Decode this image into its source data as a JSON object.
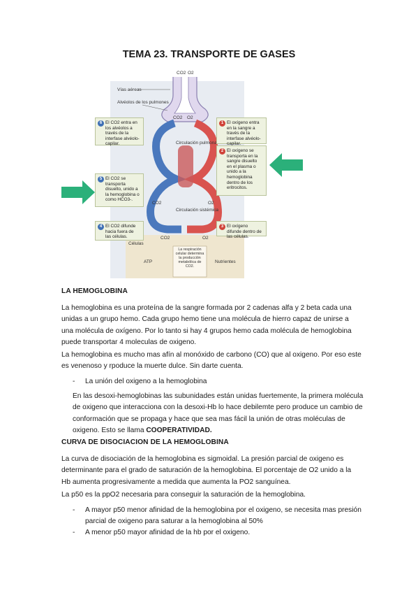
{
  "title": "TEMA 23. TRANSPORTE DE GASES",
  "figure": {
    "top_gases": {
      "co2": "CO2",
      "o2": "O2"
    },
    "labels": {
      "airways": "Vías aéreas",
      "alveoli": "Alvéolos de los pulmones",
      "pulmonary": "Circulación pulmonar",
      "systemic": "Circulación sistémica",
      "cells": "Células",
      "atp": "ATP",
      "nutrients": "Nutrientes",
      "respiration": "La respiración celular determina la producción metabólica de CO2.",
      "co2": "CO2",
      "o2": "O2"
    },
    "callouts": [
      {
        "num": "1",
        "text": "El oxígeno entra en la sangre a través de la interfase alvéolo-capilar."
      },
      {
        "num": "2",
        "text": "El oxígeno se transporta en la sangre disuelto en el plasma o unido a la hemoglobina dentro de los eritrocitos."
      },
      {
        "num": "3",
        "text": "El oxígeno difunde dentro de las células."
      },
      {
        "num": "4",
        "text": "El CO2 difunde hacia fuera de las células."
      },
      {
        "num": "5",
        "text": "El CO2 se transporta disuelto, unido a la hemoglobina o como HCO3-."
      },
      {
        "num": "6",
        "text": "El CO2 entra en los alvéolos a través de la interfase alvéolo-capilar."
      }
    ],
    "colors": {
      "oxygenated": "#d9534f",
      "deoxygenated": "#4a78bd",
      "arrow": "#2bb07a"
    }
  },
  "sections": {
    "hemoglobina": {
      "heading": "LA HEMOGLOBINA",
      "p1": "La hemoglobina es una proteína de la sangre formada por 2 cadenas alfa y 2 beta cada una unidas a un grupo hemo. Cada grupo hemo tiene una molécula de hierro capaz de unirse a una molécula de oxígeno. Por lo tanto si hay 4 grupos hemo cada molécula de hemoglobina puede transportar 4 moleculas de oxigeno.",
      "p2": "La hemoglobina es mucho mas afín al monóxido de carbono (CO) que al oxigeno. Por eso este es venenoso y rpoduce la muerte dulce. Sin darte cuenta.",
      "bullet": "La unión del oxigeno a la hemoglobina",
      "sub_text": "En las desoxi-hemoglobinas las subunidades están unidas fuertemente, la primera molécula de oxigeno que interacciona con la desoxi-Hb lo hace debilemte pero produce un cambio de conformación que se propaga y hace que sea mas fácil la unión de otras moléculas de oxigeno. Esto se llama ",
      "sub_bold": "COOPERATIVIDAD."
    },
    "curva": {
      "heading": "CURVA DE DISOCIACION DE LA HEMOGLOBINA",
      "p1": "La curva de disociación de la hemoglobina es sigmoidal. La presión parcial de oxigeno es determinante para el grado de saturación de la hemoglobina. El porcentaje de O2 unido a la Hb aumenta progresivamente a medida que aumenta la PO2 sanguínea.",
      "p2": "La p50 es la ppO2 necesaria para conseguir la saturación de la hemoglobina.",
      "bullets": [
        "A mayor p50 menor afinidad de la hemoglobina por el oxigeno, se necesita mas presión parcial de oxigeno para saturar a la hemoglobina al 50%",
        "A menor p50 mayor afinidad de la hb por el oxigeno."
      ],
      "dash": "-"
    }
  }
}
